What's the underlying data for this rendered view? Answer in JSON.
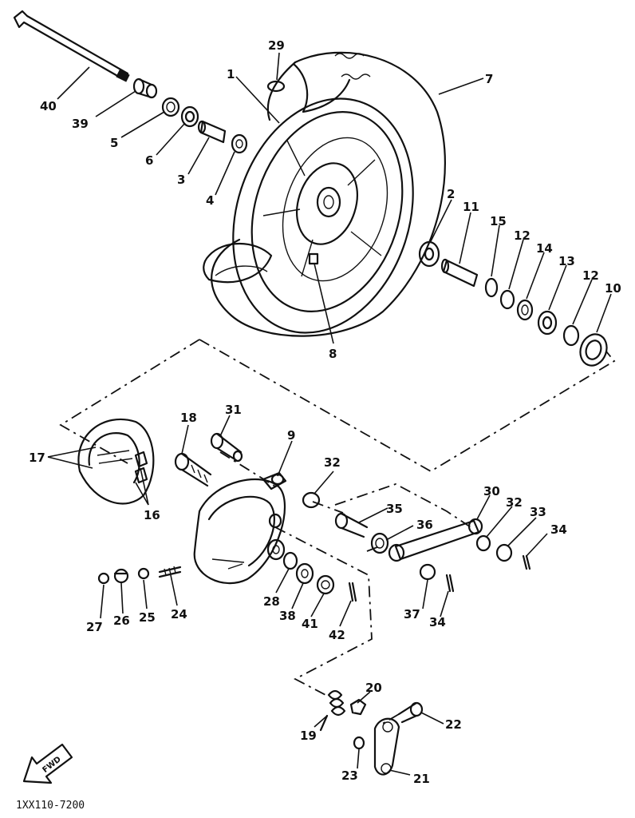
{
  "diagram": {
    "title": "Rear wheel exploded parts diagram",
    "drawing_code": "1XX110-7200",
    "forward_label": "FWD",
    "callouts": [
      {
        "id": "c40",
        "text": "40"
      },
      {
        "id": "c39",
        "text": "39"
      },
      {
        "id": "c5",
        "text": "5"
      },
      {
        "id": "c6",
        "text": "6"
      },
      {
        "id": "c3",
        "text": "3"
      },
      {
        "id": "c4",
        "text": "4"
      },
      {
        "id": "c29",
        "text": "29"
      },
      {
        "id": "c1",
        "text": "1"
      },
      {
        "id": "c7",
        "text": "7"
      },
      {
        "id": "c2",
        "text": "2"
      },
      {
        "id": "c11",
        "text": "11"
      },
      {
        "id": "c15",
        "text": "15"
      },
      {
        "id": "c12a",
        "text": "12"
      },
      {
        "id": "c14",
        "text": "14"
      },
      {
        "id": "c13",
        "text": "13"
      },
      {
        "id": "c12b",
        "text": "12"
      },
      {
        "id": "c10",
        "text": "10"
      },
      {
        "id": "c8",
        "text": "8"
      },
      {
        "id": "c17",
        "text": "17"
      },
      {
        "id": "c16",
        "text": "16"
      },
      {
        "id": "c18",
        "text": "18"
      },
      {
        "id": "c31",
        "text": "31"
      },
      {
        "id": "c9",
        "text": "9"
      },
      {
        "id": "c32a",
        "text": "32"
      },
      {
        "id": "c30",
        "text": "30"
      },
      {
        "id": "c32b",
        "text": "32"
      },
      {
        "id": "c33",
        "text": "33"
      },
      {
        "id": "c34a",
        "text": "34"
      },
      {
        "id": "c35",
        "text": "35"
      },
      {
        "id": "c36",
        "text": "36"
      },
      {
        "id": "c37",
        "text": "37"
      },
      {
        "id": "c34b",
        "text": "34"
      },
      {
        "id": "c28",
        "text": "28"
      },
      {
        "id": "c38",
        "text": "38"
      },
      {
        "id": "c41",
        "text": "41"
      },
      {
        "id": "c42",
        "text": "42"
      },
      {
        "id": "c27",
        "text": "27"
      },
      {
        "id": "c26",
        "text": "26"
      },
      {
        "id": "c25",
        "text": "25"
      },
      {
        "id": "c24",
        "text": "24"
      },
      {
        "id": "c20",
        "text": "20"
      },
      {
        "id": "c19",
        "text": "19"
      },
      {
        "id": "c22",
        "text": "22"
      },
      {
        "id": "c23",
        "text": "23"
      },
      {
        "id": "c21",
        "text": "21"
      }
    ]
  }
}
